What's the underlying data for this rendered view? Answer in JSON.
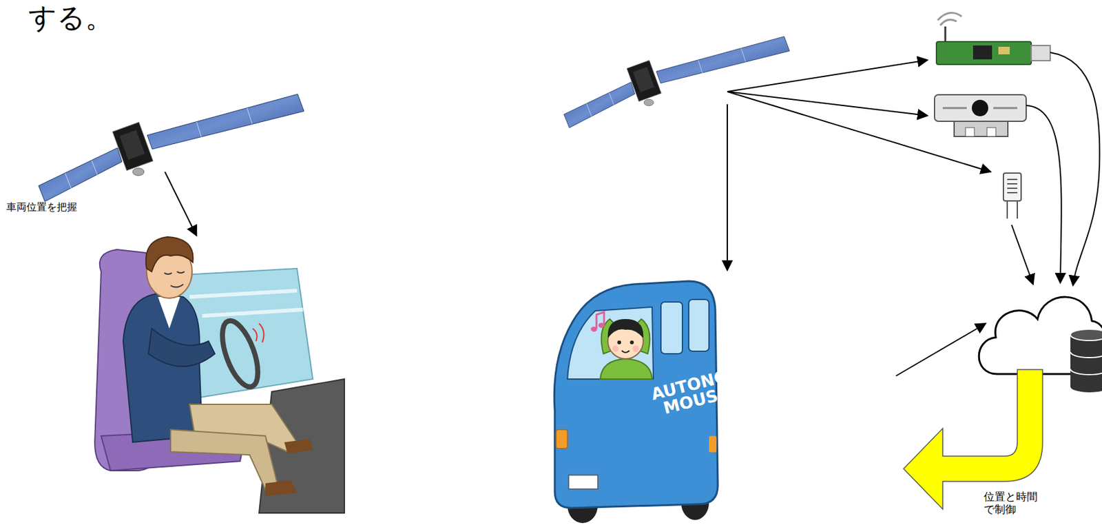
{
  "diagram": {
    "labels": [
      "する。",
      "車両位置を把握",
      "AUTONO MOUS",
      "位置と時間 で制御"
    ]
  }
}
